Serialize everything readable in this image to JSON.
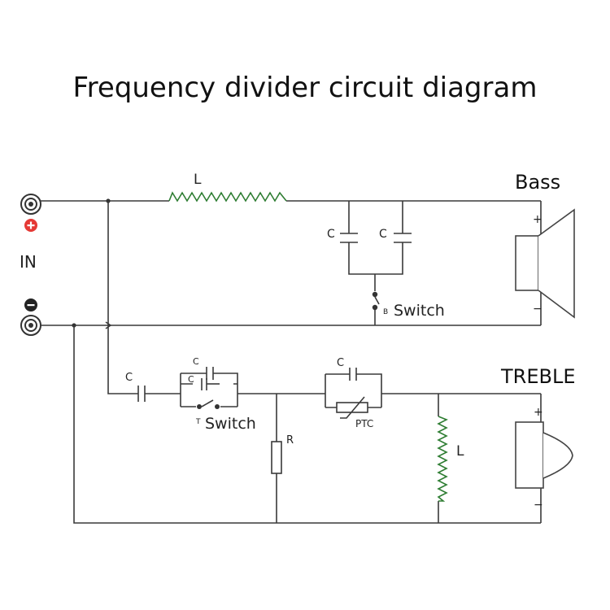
{
  "title": "Frequency divider circuit diagram",
  "labels": {
    "input": "IN",
    "plus": "+",
    "minus": "−",
    "bass": "Bass",
    "treble": "TREBLE",
    "bass_inductor": "L",
    "bass_cap_1": "C",
    "bass_cap_2": "C",
    "bass_switch_marker": "B",
    "bass_switch": "Switch",
    "treble_series_cap": "C",
    "treble_parallel_cap": "C",
    "treble_inner_cap": "C",
    "treble_switch_marker": "T",
    "treble_switch": "Switch",
    "resistor": "R",
    "ptc_cap": "C",
    "ptc": "PTC",
    "treble_inductor": "L",
    "bass_spk_plus": "+",
    "bass_spk_minus": "−",
    "treble_spk_plus": "+",
    "treble_spk_minus": "−"
  },
  "colors": {
    "inductor": "#2e7d32",
    "plus_terminal": "#e53935",
    "minus_terminal": "#222222",
    "wire": "#3a3a3a"
  },
  "icons": [
    "binding-post-icon",
    "plus-terminal-icon",
    "minus-terminal-icon",
    "woofer-speaker-icon",
    "tweeter-speaker-icon"
  ]
}
